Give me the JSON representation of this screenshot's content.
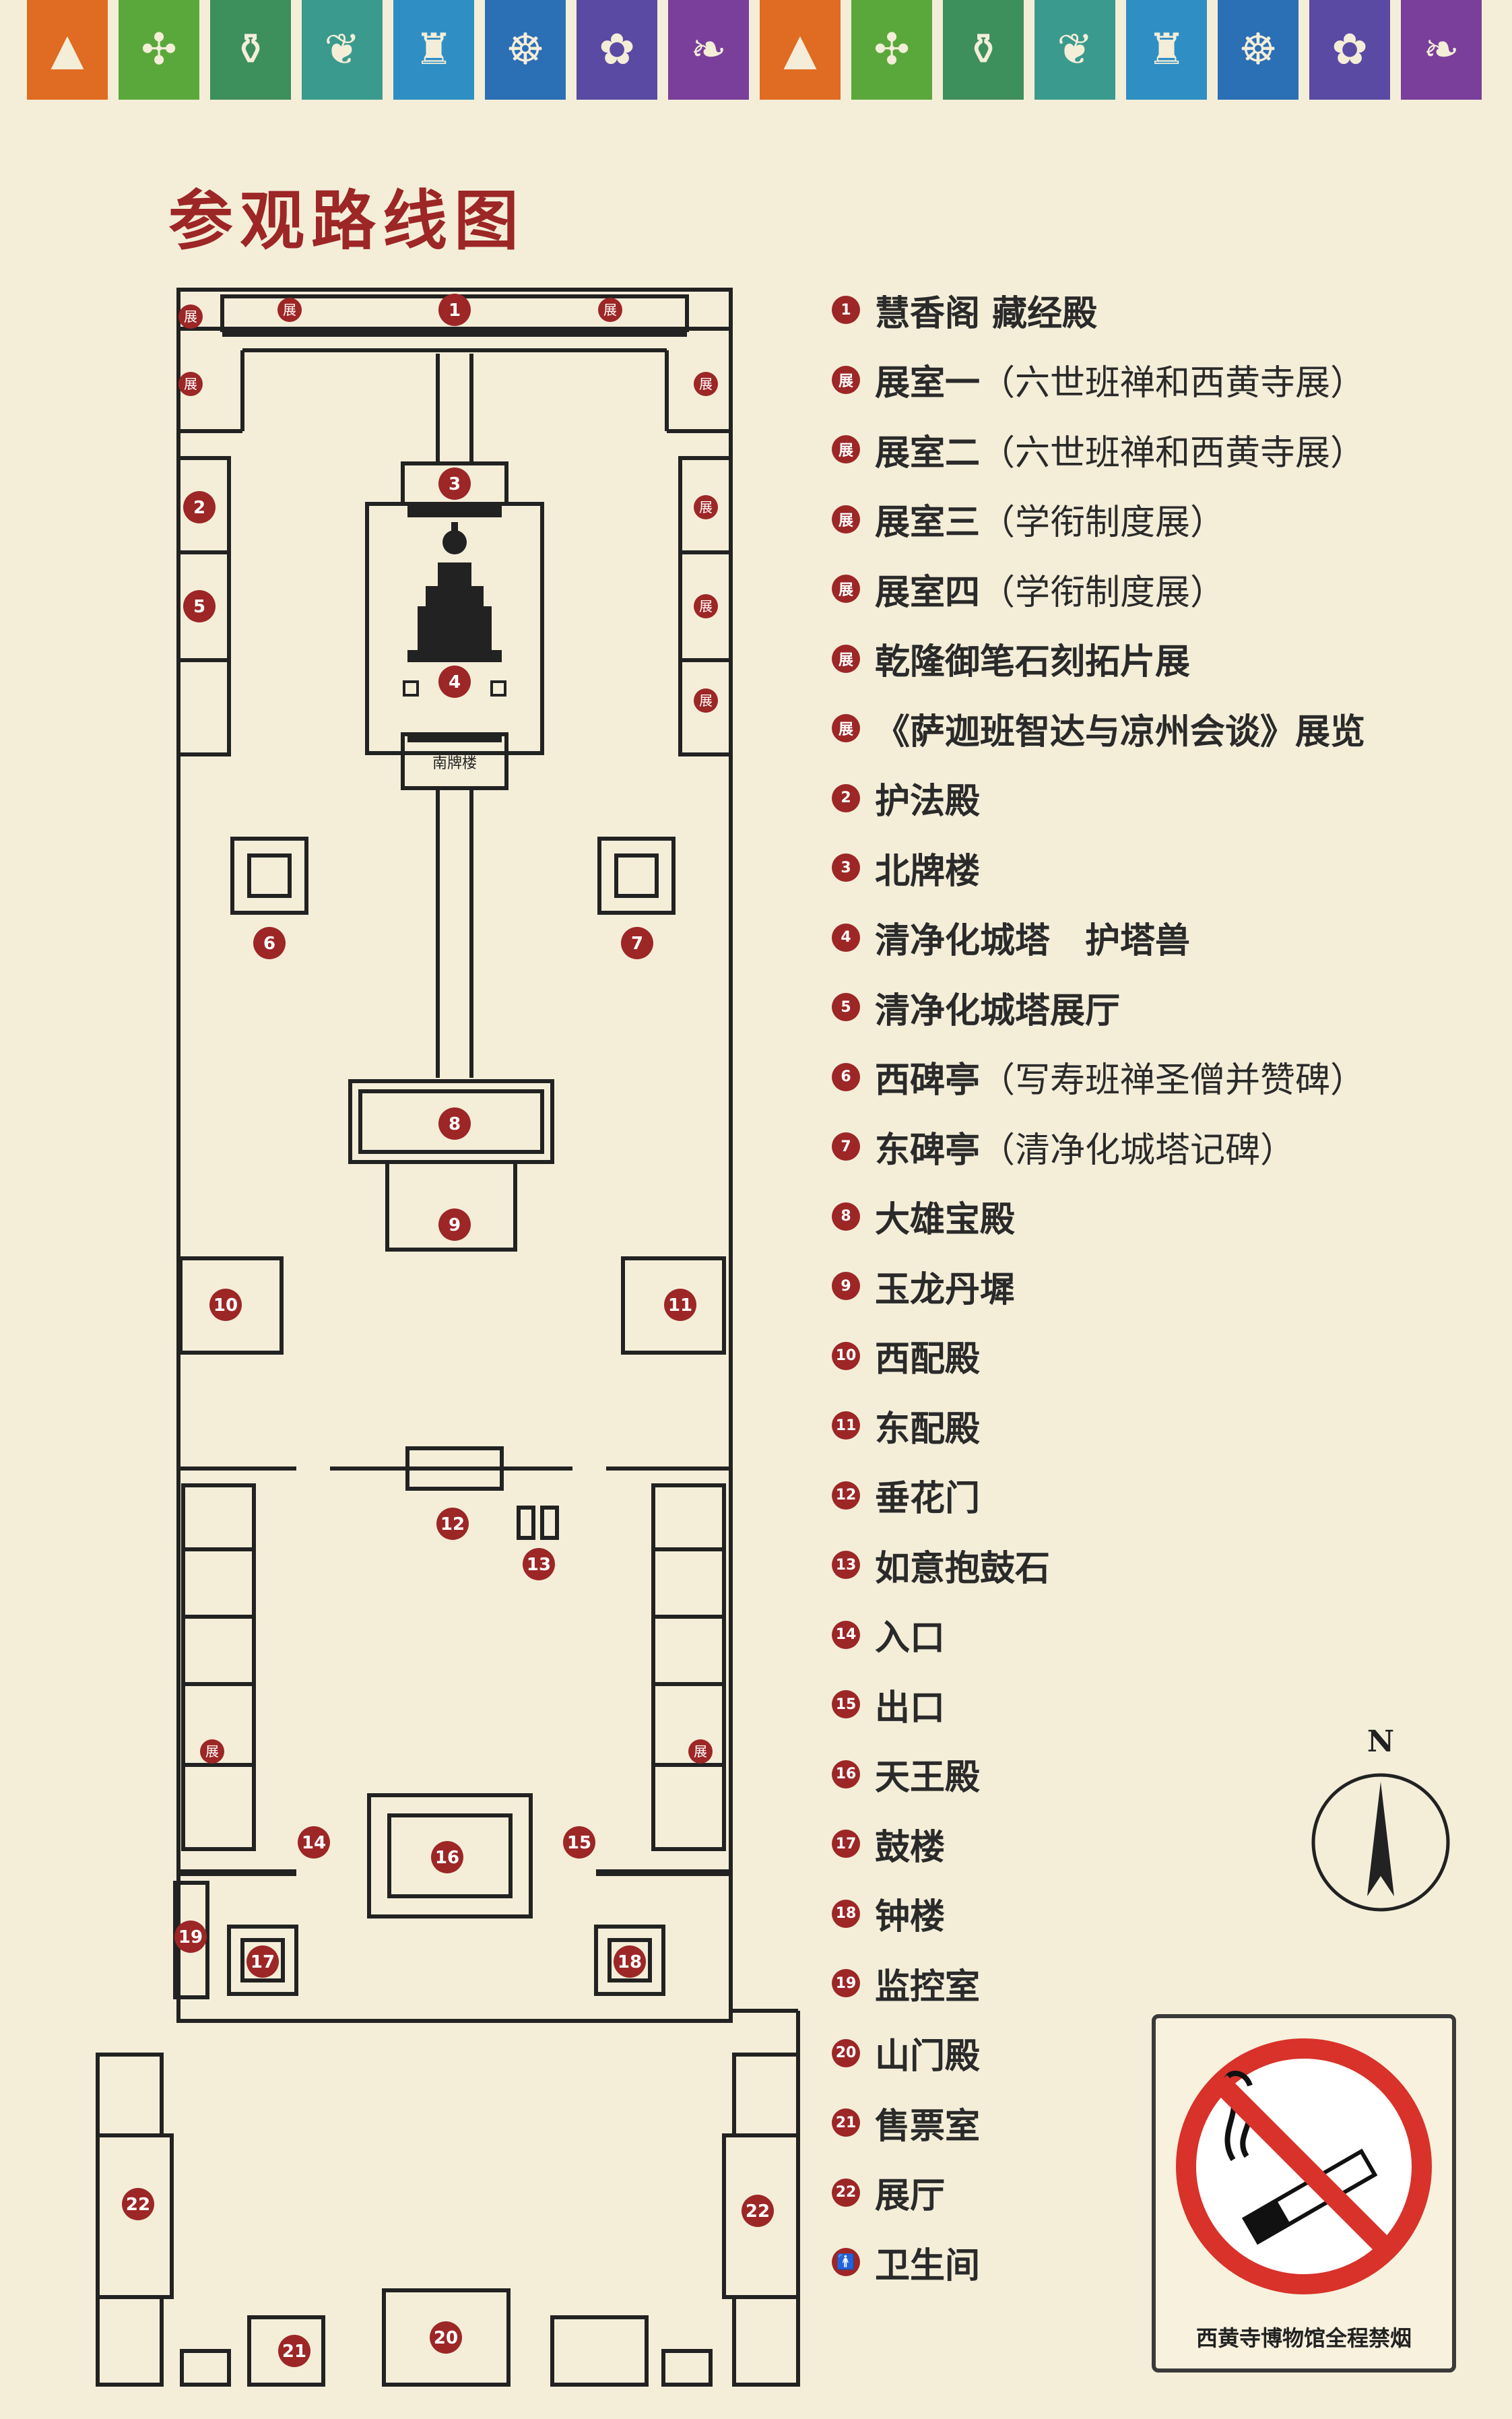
{
  "title": "参观路线图",
  "colors": {
    "accent": "#9d2626",
    "line": "#222222",
    "paper": "#f4eed9"
  },
  "flags": [
    {
      "bg": "#e06b22",
      "icon": "stupa-icon"
    },
    {
      "bg": "#5aa83c",
      "icon": "endless-knot-icon"
    },
    {
      "bg": "#3d8f5c",
      "icon": "treasure-vase-icon"
    },
    {
      "bg": "#3b9a8e",
      "icon": "golden-fish-icon"
    },
    {
      "bg": "#2f8fc4",
      "icon": "victory-banner-icon"
    },
    {
      "bg": "#2b6fb5",
      "icon": "dharma-wheel-icon"
    },
    {
      "bg": "#5a4aa3",
      "icon": "lotus-icon"
    },
    {
      "bg": "#7a3f9a",
      "icon": "conch-shell-icon"
    },
    {
      "bg": "#e06b22",
      "icon": "stupa-icon"
    },
    {
      "bg": "#5aa83c",
      "icon": "endless-knot-icon"
    },
    {
      "bg": "#3d8f5c",
      "icon": "treasure-vase-icon"
    },
    {
      "bg": "#3b9a8e",
      "icon": "golden-fish-icon"
    },
    {
      "bg": "#2f8fc4",
      "icon": "victory-banner-icon"
    },
    {
      "bg": "#2b6fb5",
      "icon": "dharma-wheel-icon"
    },
    {
      "bg": "#5a4aa3",
      "icon": "lotus-icon"
    },
    {
      "bg": "#7a3f9a",
      "icon": "conch-shell-icon"
    }
  ],
  "map": {
    "labels": [
      "1",
      "2",
      "3",
      "4",
      "5",
      "6",
      "7",
      "8",
      "9",
      "10",
      "11",
      "12",
      "13",
      "14",
      "15",
      "16",
      "17",
      "18",
      "19",
      "20",
      "21",
      "22",
      "22"
    ],
    "south_arch_label": "南牌楼",
    "exhibit_glyph": "展"
  },
  "legend": [
    {
      "num": "1",
      "name": "慧香阁 藏经殿",
      "desc": ""
    },
    {
      "num": "展",
      "name": "展室一",
      "desc": "（六世班禅和西黄寺展）"
    },
    {
      "num": "展",
      "name": "展室二",
      "desc": "（六世班禅和西黄寺展）"
    },
    {
      "num": "展",
      "name": "展室三",
      "desc": "（学衔制度展）"
    },
    {
      "num": "展",
      "name": "展室四",
      "desc": "（学衔制度展）"
    },
    {
      "num": "展",
      "name": "乾隆御笔石刻拓片展",
      "desc": ""
    },
    {
      "num": "展",
      "name": "《萨迦班智达与凉州会谈》展览",
      "desc": ""
    },
    {
      "num": "2",
      "name": "护法殿",
      "desc": ""
    },
    {
      "num": "3",
      "name": "北牌楼",
      "desc": ""
    },
    {
      "num": "4",
      "name": "清净化城塔　护塔兽",
      "desc": ""
    },
    {
      "num": "5",
      "name": "清净化城塔展厅",
      "desc": ""
    },
    {
      "num": "6",
      "name": "西碑亭",
      "desc": "（写寿班禅圣僧并赞碑）"
    },
    {
      "num": "7",
      "name": "东碑亭",
      "desc": "（清净化城塔记碑）"
    },
    {
      "num": "8",
      "name": "大雄宝殿",
      "desc": ""
    },
    {
      "num": "9",
      "name": "玉龙丹墀",
      "desc": ""
    },
    {
      "num": "10",
      "name": "西配殿",
      "desc": ""
    },
    {
      "num": "11",
      "name": "东配殿",
      "desc": ""
    },
    {
      "num": "12",
      "name": "垂花门",
      "desc": ""
    },
    {
      "num": "13",
      "name": "如意抱鼓石",
      "desc": ""
    },
    {
      "num": "14",
      "name": "入口",
      "desc": ""
    },
    {
      "num": "15",
      "name": "出口",
      "desc": ""
    },
    {
      "num": "16",
      "name": "天王殿",
      "desc": ""
    },
    {
      "num": "17",
      "name": "鼓楼",
      "desc": ""
    },
    {
      "num": "18",
      "name": "钟楼",
      "desc": ""
    },
    {
      "num": "19",
      "name": "监控室",
      "desc": ""
    },
    {
      "num": "20",
      "name": "山门殿",
      "desc": ""
    },
    {
      "num": "21",
      "name": "售票室",
      "desc": ""
    },
    {
      "num": "22",
      "name": "展厅",
      "desc": ""
    },
    {
      "num": "🚹",
      "name": "卫生间",
      "desc": ""
    }
  ],
  "compass_label": "N",
  "no_smoking_caption": "西黄寺博物馆全程禁烟"
}
